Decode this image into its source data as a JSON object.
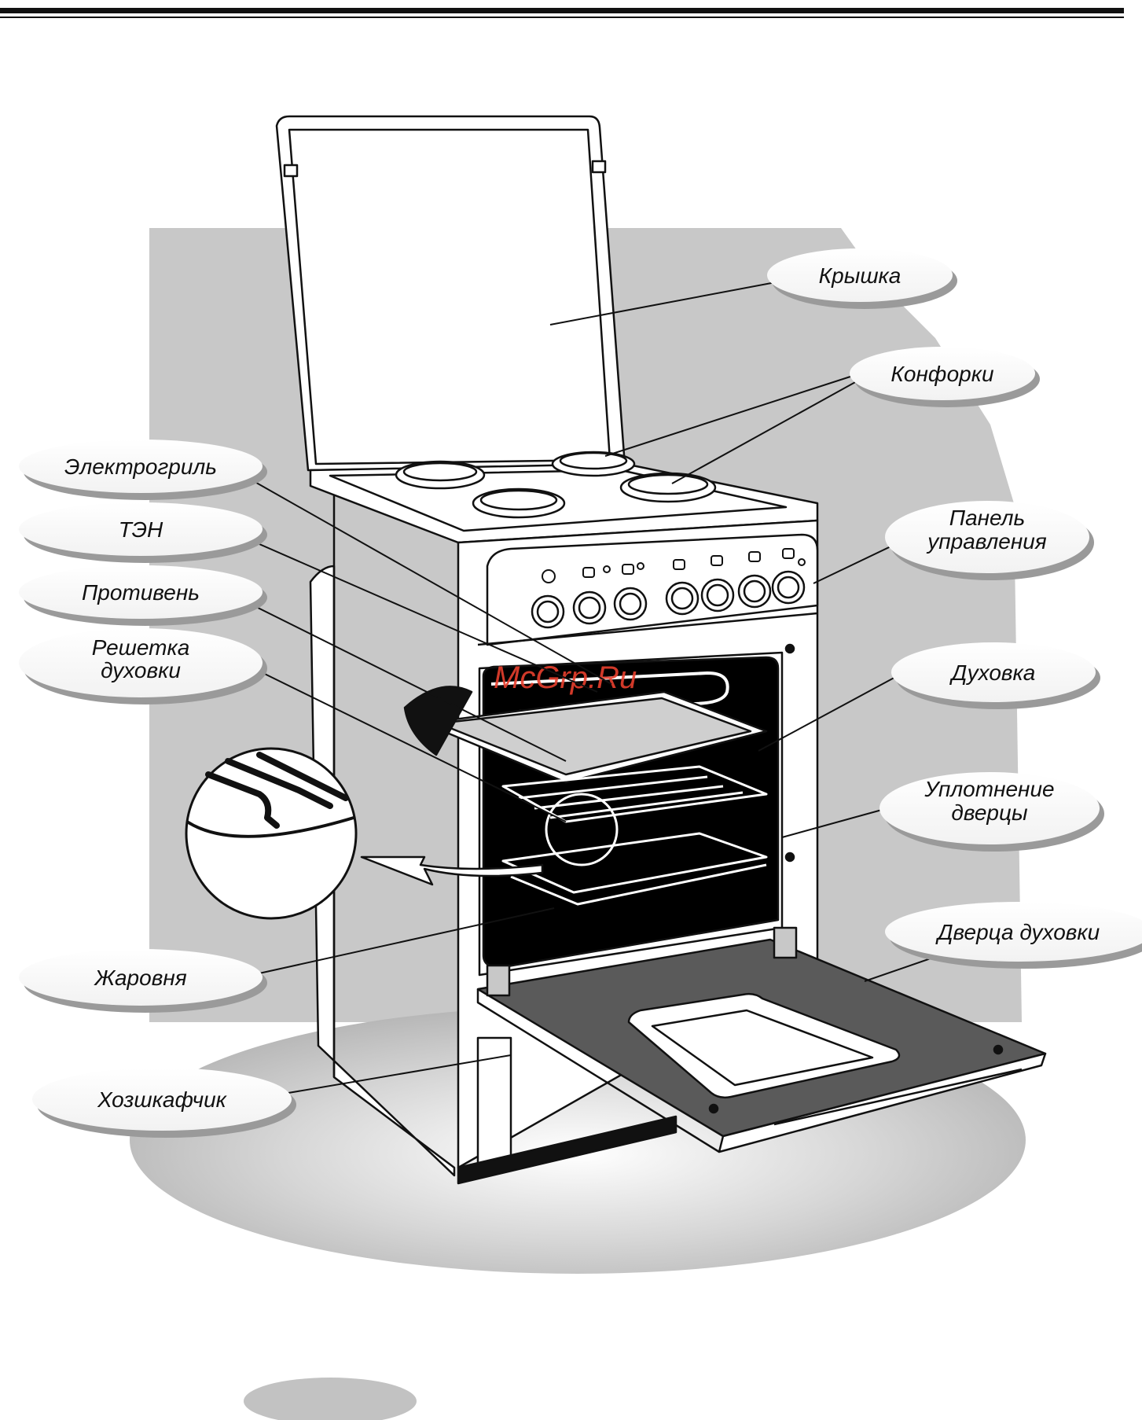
{
  "watermark": "McGrp.Ru",
  "labels": {
    "lid": "Крышка",
    "burners": "Конфорки",
    "electrogrill": "Электрогриль",
    "heating_element": "ТЭН",
    "baking_tray": "Противень",
    "oven_rack_line1": "Решетка",
    "oven_rack_line2": "духовки",
    "control_panel_line1": "Панель",
    "control_panel_line2": "управления",
    "oven": "Духовка",
    "door_seal_line1": "Уплотнение",
    "door_seal_line2": "дверцы",
    "roasting_pan": "Жаровня",
    "oven_door": "Дверца духовки",
    "storage_drawer": "Хозшкафчик"
  },
  "colors": {
    "background_panel": "#c8c8c8",
    "floor_shadow": "#bdbdbd",
    "oven_interior": "#000000",
    "door_frame": "#5a5a5a",
    "outline": "#111111"
  }
}
